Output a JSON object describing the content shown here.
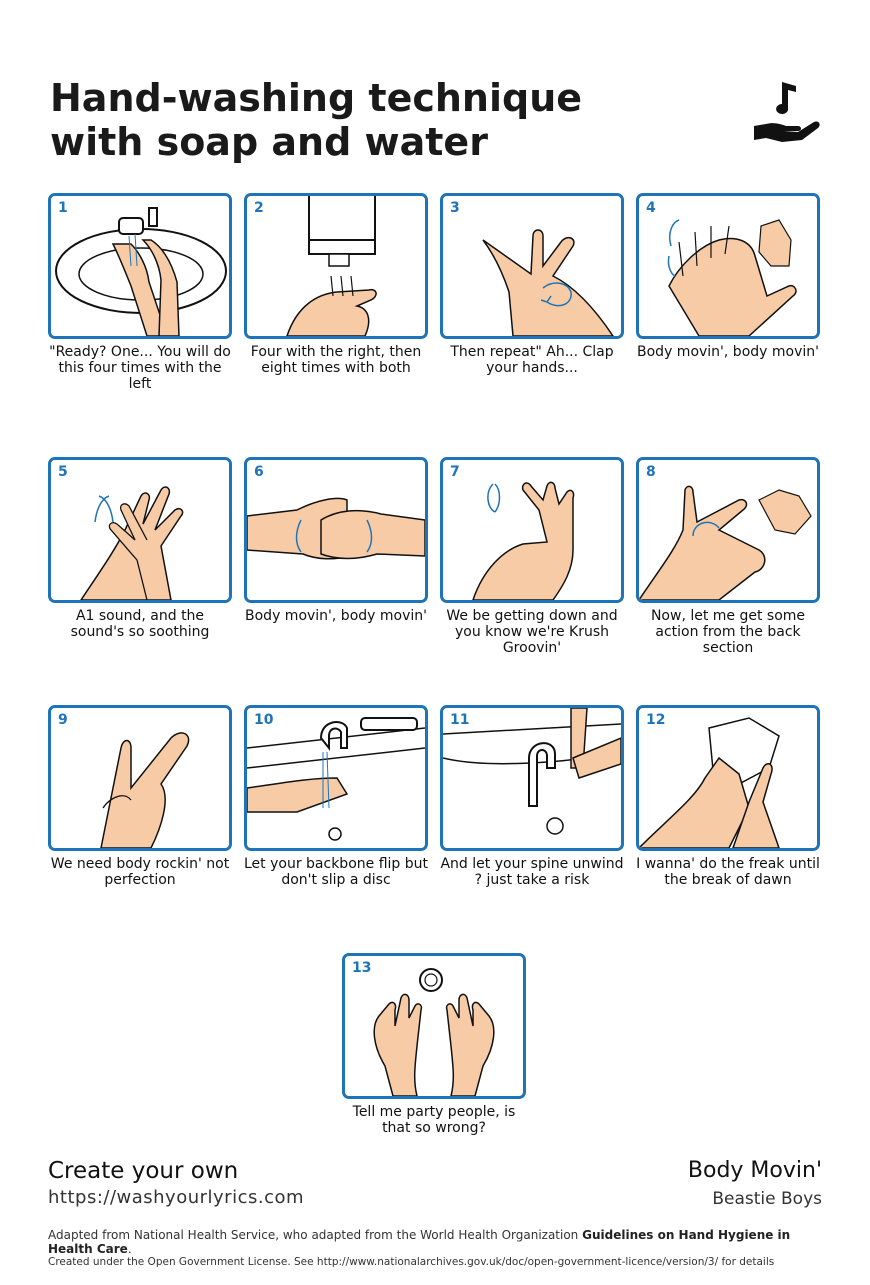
{
  "header": {
    "title_line1": "Hand-washing technique",
    "title_line2": "with soap and water",
    "logo_icon": "music-note-hand-icon"
  },
  "colors": {
    "accent": "#1f74b8",
    "skin": "#f6cba5",
    "text": "#1a1a1a"
  },
  "steps": [
    {
      "number": "1",
      "caption": "\"Ready? One... You will do this four times with the left"
    },
    {
      "number": "2",
      "caption": "Four with the right, then eight times with both"
    },
    {
      "number": "3",
      "caption": "Then repeat\" Ah... Clap your hands..."
    },
    {
      "number": "4",
      "caption": "Body movin', body movin'"
    },
    {
      "number": "5",
      "caption": "A1 sound, and the sound's so soothing"
    },
    {
      "number": "6",
      "caption": "Body movin', body movin'"
    },
    {
      "number": "7",
      "caption": "We be getting down and you know we're Krush Groovin'"
    },
    {
      "number": "8",
      "caption": "Now, let me get some action from the back section"
    },
    {
      "number": "9",
      "caption": "We need body rockin' not perfection"
    },
    {
      "number": "10",
      "caption": "Let your backbone flip but don't slip a disc"
    },
    {
      "number": "11",
      "caption": "And let your spine unwind ? just take a risk"
    },
    {
      "number": "12",
      "caption": "I wanna' do the freak until the break of dawn"
    },
    {
      "number": "13",
      "caption": "Tell me party people, is that so wrong?"
    }
  ],
  "footer": {
    "create_label": "Create your own",
    "url": "https://washyourlyrics.com",
    "song_title": "Body Movin'",
    "artist": "Beastie Boys",
    "adapted_text": "Adapted from National Health Service, who adapted from the World Health Organization ",
    "guidelines_bold": "Guidelines on Hand Hygiene in Health Care",
    "adapted_end": ".",
    "license_text": "Created under the Open Government License. See http://www.nationalarchives.gov.uk/doc/open-government-licence/version/3/ for details"
  }
}
